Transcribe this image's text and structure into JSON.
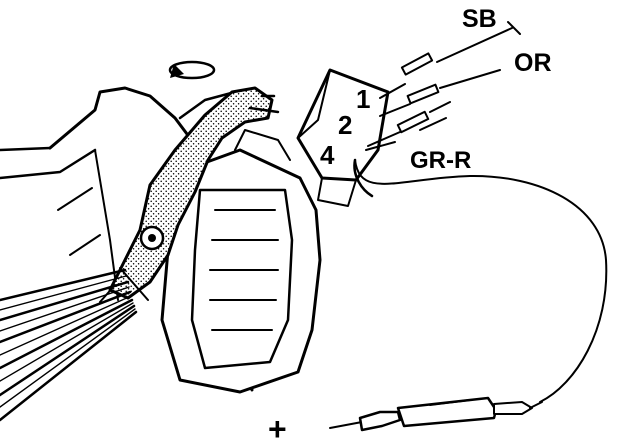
{
  "diagram": {
    "wire_labels": {
      "sb": "SB",
      "or": "OR",
      "gr_r": "GR-R"
    },
    "terminal_numbers": {
      "t1": "1",
      "t2": "2",
      "t4": "4"
    },
    "probe_polarity": "+"
  }
}
